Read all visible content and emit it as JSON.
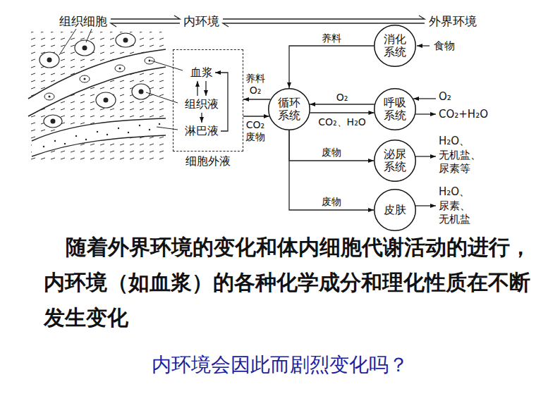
{
  "diagram": {
    "nodes": [
      {
        "text": [
          "细胞外液"
        ]
      },
      {
        "text": [
          "血浆"
        ],
        "in": 0
      },
      {
        "text": [
          "组织液"
        ],
        "in": 0
      },
      {
        "text": [
          "淋巴液"
        ],
        "in": 0
      },
      {
        "text": [
          "循环 系统"
        ]
      },
      {
        "text": [
          "消化 系统"
        ]
      },
      {
        "text": [
          "呼吸 系统"
        ]
      },
      {
        "text": [
          "泌尿 系统"
        ]
      },
      {
        "text": [
          "皮肤"
        ]
      }
    ],
    "edges": [
      {
        "from": 1,
        "to": 2,
        "arrow": "to"
      },
      {
        "from": 2,
        "to": 1,
        "arrow": "to"
      },
      {
        "from": 2,
        "to": 3,
        "arrow": "to"
      },
      {
        "from": 3,
        "to": 1,
        "arrow": "to"
      },
      {
        "from": 4,
        "to": 0,
        "label": "养料 O₂",
        "arrow": "to"
      },
      {
        "from": 0,
        "to": 4,
        "label": "CO₂ 废物",
        "arrow": "to"
      },
      {
        "from": 5,
        "to": 4,
        "label": "养料",
        "arrow": "to"
      },
      {
        "from": 6,
        "to": 4,
        "label": "O₂",
        "arrow": "to"
      },
      {
        "from": 4,
        "to": 6,
        "label": "CO₂、H₂O",
        "arrow": "to"
      },
      {
        "from": 4,
        "to": 7,
        "label": "废物",
        "arrow": "to"
      },
      {
        "from": 4,
        "to": 8,
        "label": "废物",
        "arrow": "to"
      }
    ],
    "labels": [
      "组织细胞",
      "内环境",
      "外界环境",
      "食物",
      "O₂",
      "CO₂+H₂O",
      "H₂O、无机盐、 尿素等",
      "H₂O、尿素、 无机盐",
      "随着外界环境的变化和体内细胞代谢活动的进行，内环境（如血浆）的各种化学成分和理化性质在不断发生变化",
      "内环境会因此而剧烈变化吗？"
    ]
  }
}
